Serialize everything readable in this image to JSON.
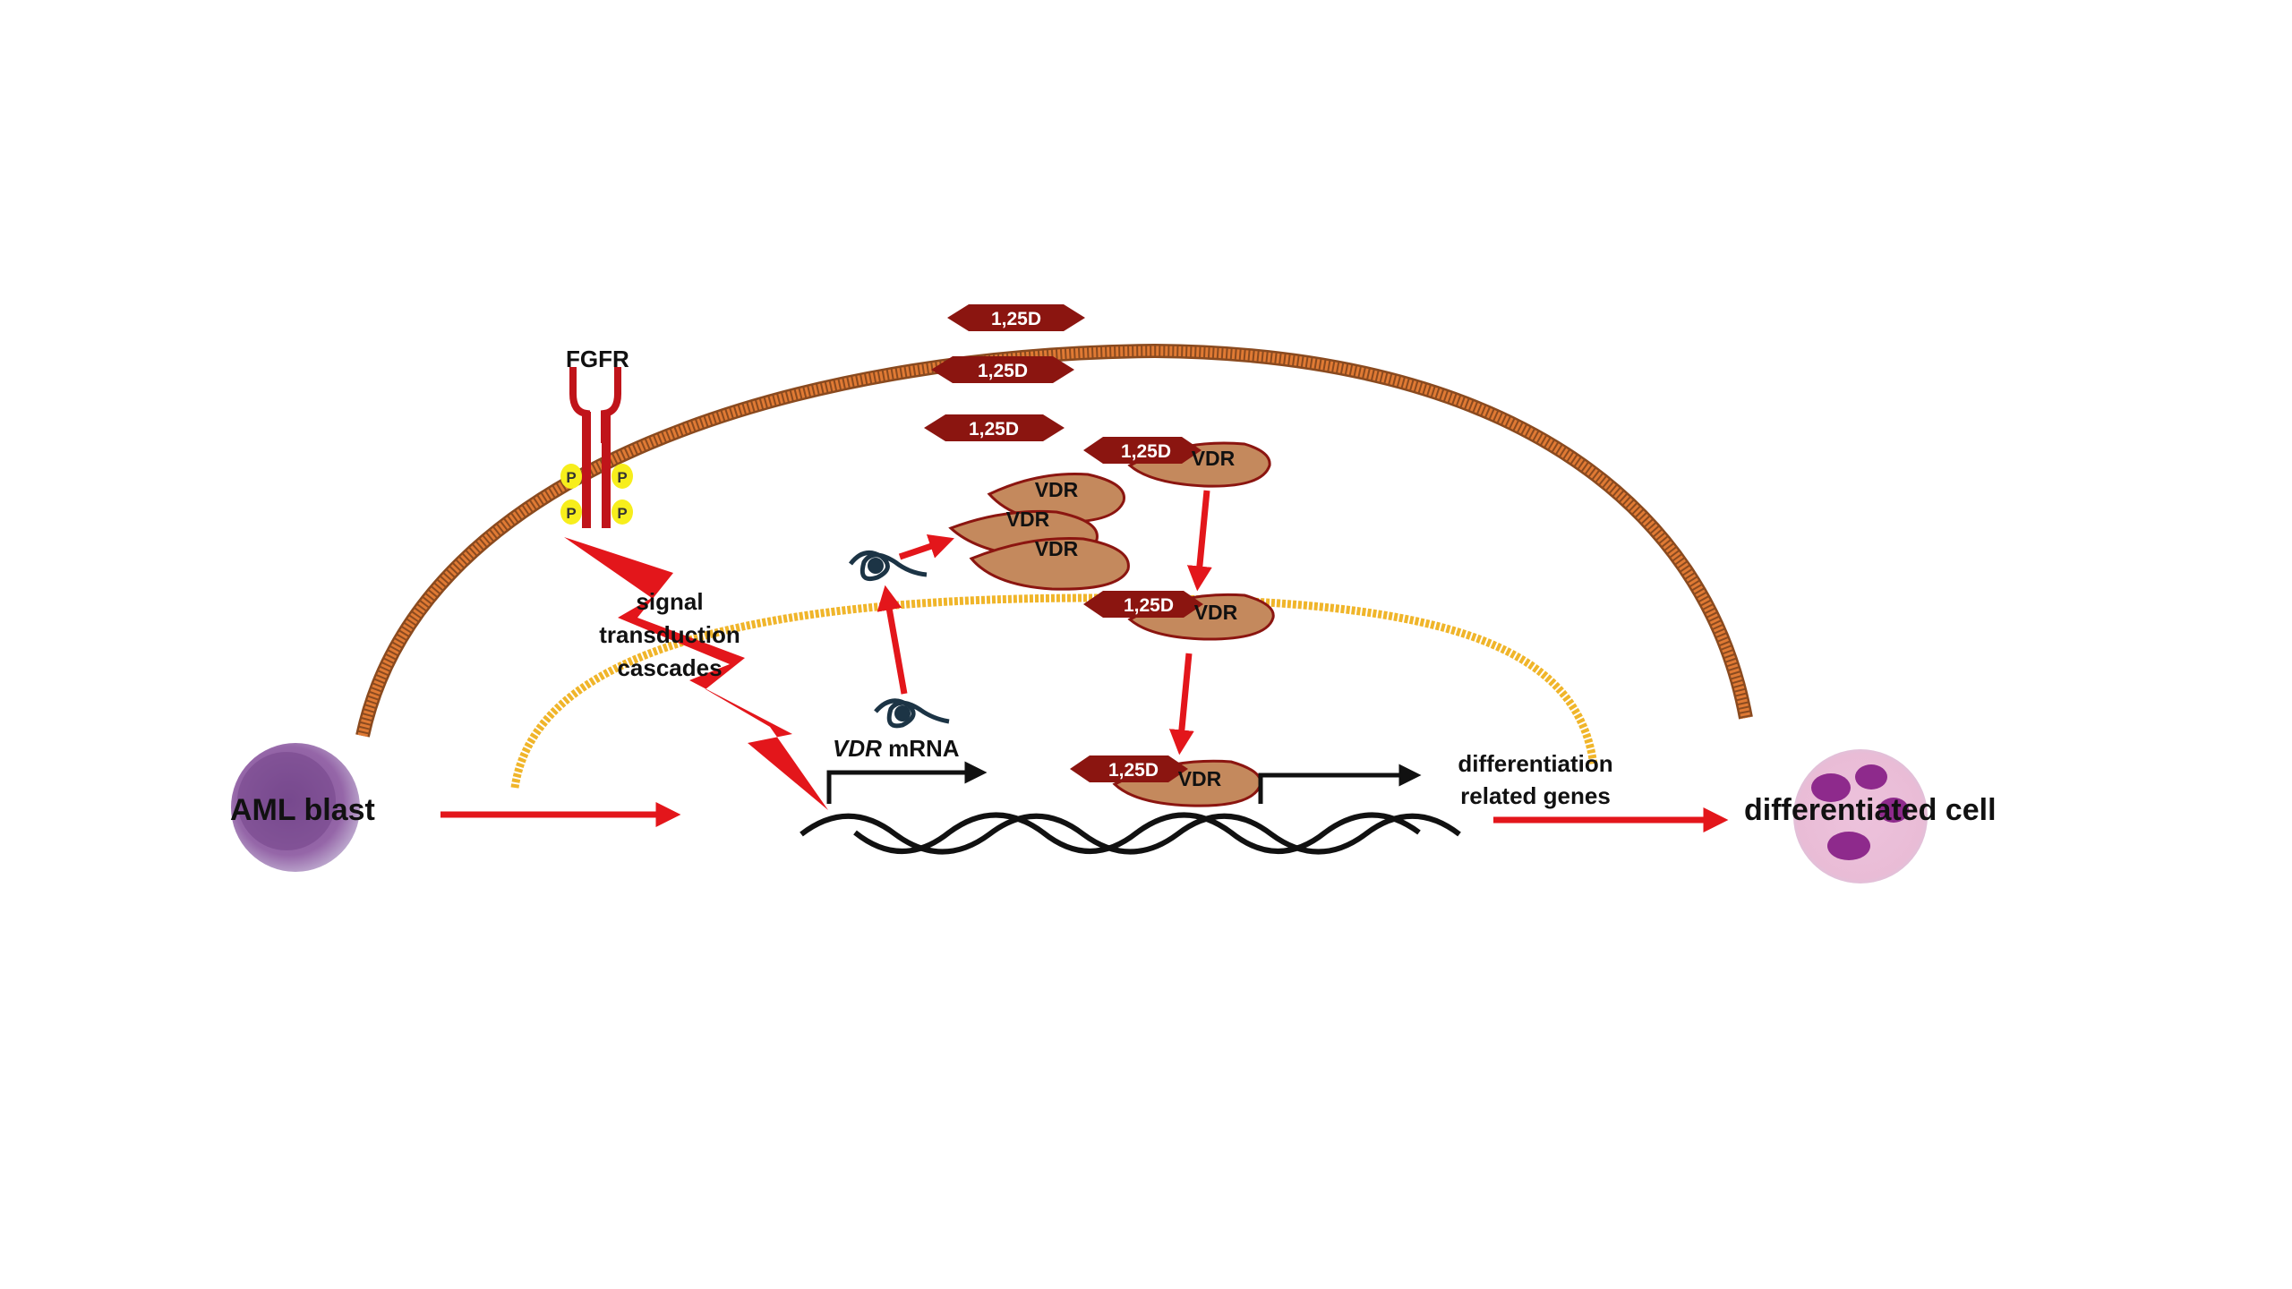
{
  "labels": {
    "aml_blast": "AML blast",
    "differentiated_cell": "differentiated cell",
    "fgfr": "FGFR",
    "signal_line1": "signal",
    "signal_line2": "transduction",
    "signal_line3": "cascades",
    "vdr_mrna_italic": "VDR",
    "vdr_mrna_rest": " mRNA",
    "diff_genes_line1": "differentiation",
    "diff_genes_line2": "related genes",
    "ligand": "1,25D",
    "vdr": "VDR",
    "phospho": "P"
  },
  "colors": {
    "cell_membrane": "#d9722f",
    "nuclear_membrane": "#f0b52a",
    "ligand_fill": "#8b1510",
    "vdr_fill": "#c4895d",
    "arrow_red": "#e3161b",
    "receptor_red": "#c0141a",
    "phospho_yellow": "#f7ee1c",
    "dna_black": "#111111",
    "mrna_dark": "#1c3445",
    "aml_cell": "#8d5a9e",
    "diff_cell": "#e7b3d3"
  }
}
